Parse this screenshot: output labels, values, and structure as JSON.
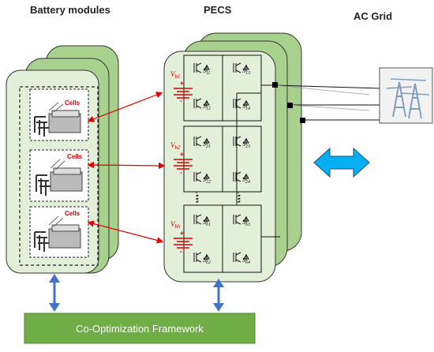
{
  "titles": {
    "battery": "Battery modules",
    "pecs": "PECS",
    "grid": "AC Grid"
  },
  "cells_label": "Cells",
  "battery_sources": [
    {
      "label": "V",
      "sub": "b1"
    },
    {
      "label": "V",
      "sub": "b2"
    },
    {
      "label": "V",
      "sub": "bh"
    }
  ],
  "switches": [
    {
      "label": "S",
      "sub": "11"
    },
    {
      "label": "S",
      "sub": "13"
    },
    {
      "label": "S",
      "sub": "12"
    },
    {
      "label": "S",
      "sub": "14"
    },
    {
      "label": "S",
      "sub": "21"
    },
    {
      "label": "S",
      "sub": "23"
    },
    {
      "label": "S",
      "sub": "22"
    },
    {
      "label": "S",
      "sub": "24"
    },
    {
      "label": "S",
      "sub": "61"
    },
    {
      "label": "S",
      "sub": "63"
    },
    {
      "label": "S",
      "sub": "62"
    },
    {
      "label": "S",
      "sub": "64"
    }
  ],
  "footer": {
    "label": "Co-Optimization Framework"
  },
  "colors": {
    "panel_back": "#a9d18e",
    "panel_front": "#e2efd9",
    "footer": "#70ad47",
    "arrow_blue": "#4472c4",
    "grid_arrow": "#00b0f0",
    "red": "#e00000"
  }
}
